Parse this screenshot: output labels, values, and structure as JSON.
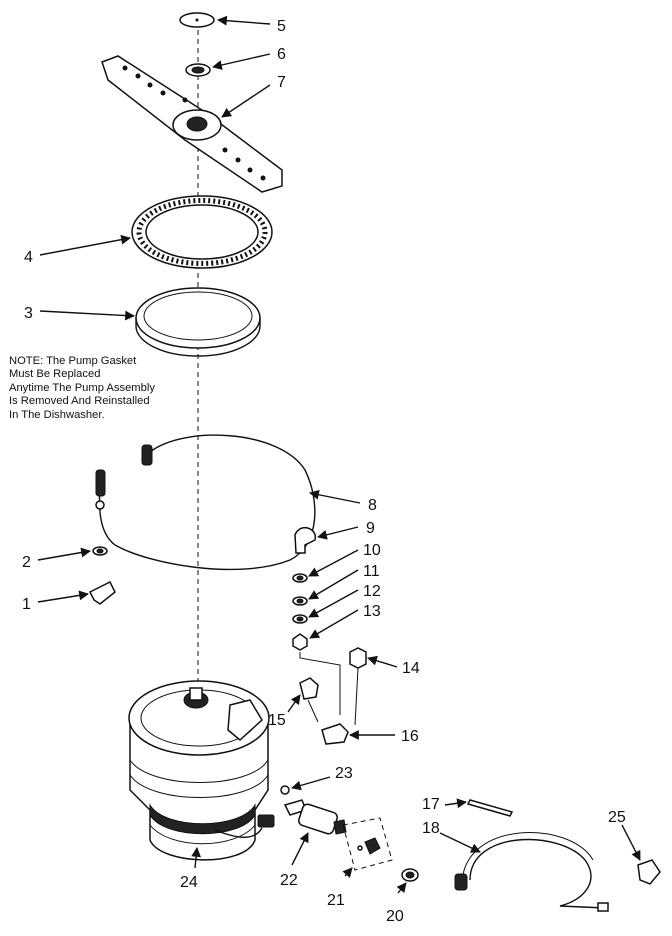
{
  "diagram": {
    "note_lines": [
      "NOTE: The Pump Gasket",
      "Must Be Replaced",
      "Anytime The Pump Assembly",
      "Is Removed And Reinstalled",
      "In The Dishwasher."
    ],
    "callouts": {
      "p1": "1",
      "p2": "2",
      "p3": "3",
      "p4": "4",
      "p5": "5",
      "p6": "6",
      "p7": "7",
      "p8": "8",
      "p9": "9",
      "p10": "10",
      "p11": "11",
      "p12": "12",
      "p13": "13",
      "p14": "14",
      "p15": "15",
      "p16": "16",
      "p17": "17",
      "p18": "18",
      "p20": "20",
      "p21": "21",
      "p22": "22",
      "p23": "23",
      "p24": "24",
      "p25": "25"
    }
  }
}
